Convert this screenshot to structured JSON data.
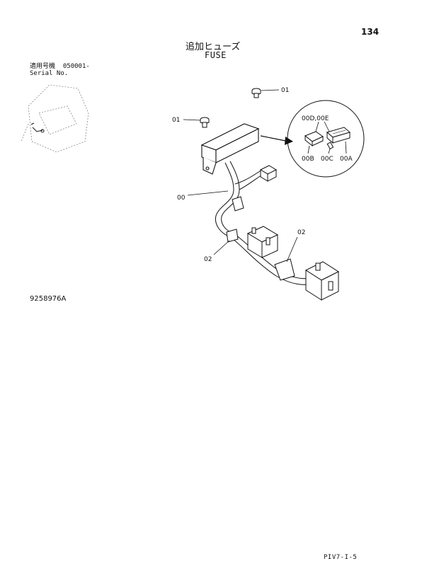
{
  "page_number": "134",
  "title_jp": "追加ヒューズ",
  "title_en": "FUSE",
  "serial": {
    "label_jp": "適用号機",
    "value": "050001-",
    "label_en": "Serial No."
  },
  "figure_id": "9258976A",
  "footer_code": "PIV7-I-5",
  "callouts": {
    "bolt_top": "01",
    "bolt_left": "01",
    "harness": "00",
    "clamp_left": "02",
    "clamp_right": "02",
    "detail_top": "00D,00E",
    "detail_b": "00B",
    "detail_c": "00C",
    "detail_a": "00A"
  }
}
